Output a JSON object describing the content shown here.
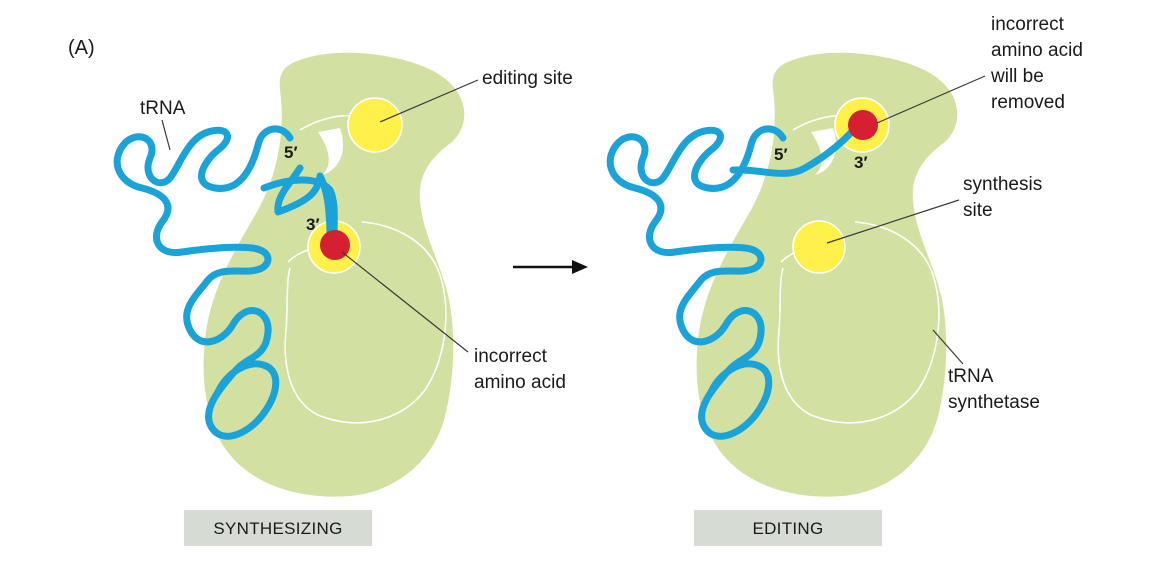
{
  "panel_label": "(A)",
  "left_panel": {
    "stage_label": "SYNTHESIZING",
    "labels": {
      "trna": "tRNA",
      "five_prime": "5′",
      "three_prime": "3′",
      "editing_site": "editing site",
      "incorrect_amino_acid": [
        "incorrect",
        "amino acid"
      ]
    }
  },
  "right_panel": {
    "stage_label": "EDITING",
    "labels": {
      "five_prime": "5′",
      "three_prime": "3′",
      "removed_note": [
        "incorrect",
        "amino acid",
        "will be",
        "removed"
      ],
      "synthesis_site": [
        "synthesis",
        "site"
      ],
      "synthetase": [
        "tRNA",
        "synthetase"
      ]
    }
  },
  "colors": {
    "enzyme": "#d2e1a1",
    "trna": "#1aa3d9",
    "site": "#fff14a",
    "amino_acid": "#d61f30",
    "stage_box": "#d6dcd4"
  }
}
